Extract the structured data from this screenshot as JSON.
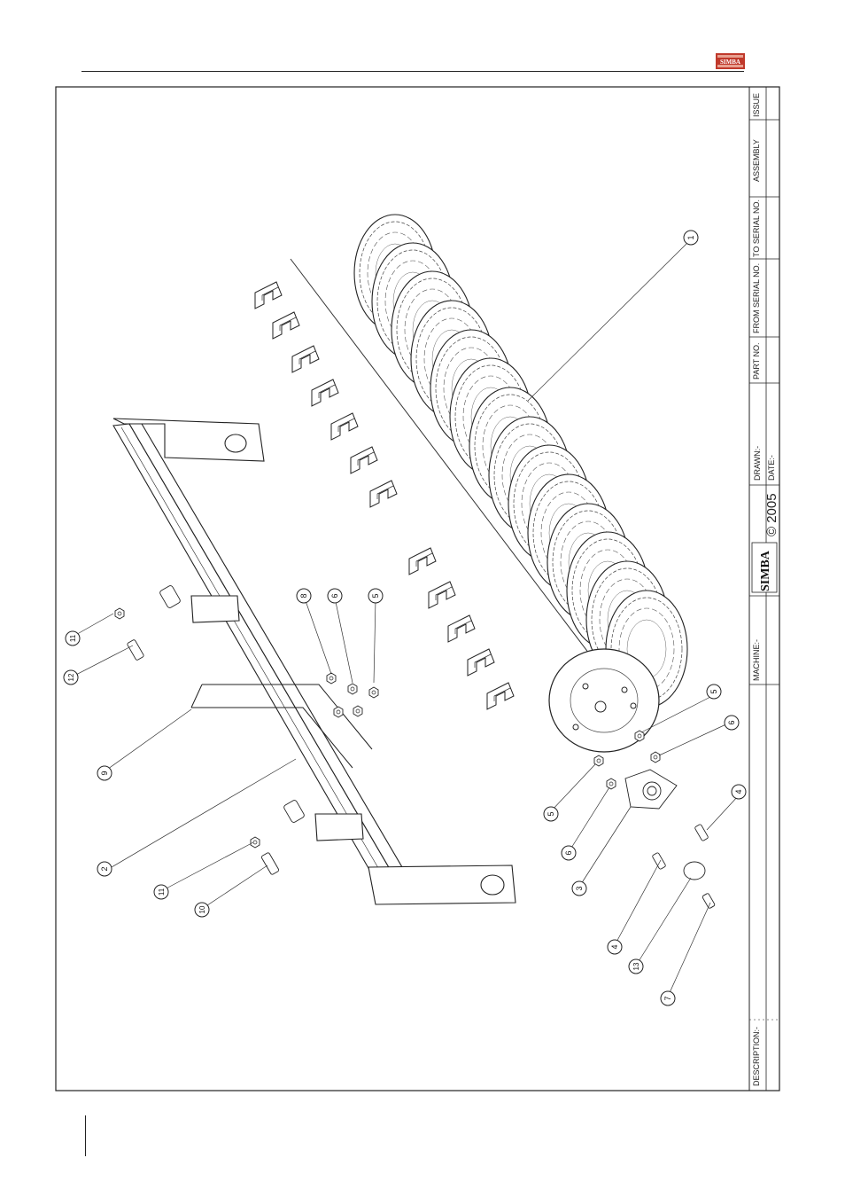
{
  "header": {
    "brand": "SIMBA"
  },
  "title_block": {
    "issue": "ISSUE",
    "assembly": "ASSEMBLY",
    "to_serial": "TO SERIAL NO.",
    "from_serial": "FROM SERIAL NO.",
    "part_no": "PART NO.",
    "drawn": "DRAWN:-",
    "date": "DATE:-",
    "copyright": "© 2005",
    "logo_text": "SIMBA",
    "machine": "MACHINE:-",
    "description": "DESCRIPTION:-"
  },
  "callouts": [
    {
      "id": "c1",
      "label": "1"
    },
    {
      "id": "c2",
      "label": "2"
    },
    {
      "id": "c3",
      "label": "3"
    },
    {
      "id": "c4a",
      "label": "4"
    },
    {
      "id": "c4b",
      "label": "4"
    },
    {
      "id": "c5a",
      "label": "5"
    },
    {
      "id": "c5b",
      "label": "5"
    },
    {
      "id": "c5c",
      "label": "5"
    },
    {
      "id": "c6a",
      "label": "6"
    },
    {
      "id": "c6b",
      "label": "6"
    },
    {
      "id": "c6c",
      "label": "6"
    },
    {
      "id": "c7",
      "label": "7"
    },
    {
      "id": "c8",
      "label": "8"
    },
    {
      "id": "c9",
      "label": "9"
    },
    {
      "id": "c10",
      "label": "10"
    },
    {
      "id": "c11a",
      "label": "11"
    },
    {
      "id": "c11b",
      "label": "11"
    },
    {
      "id": "c12",
      "label": "12"
    },
    {
      "id": "c13",
      "label": "13"
    }
  ]
}
